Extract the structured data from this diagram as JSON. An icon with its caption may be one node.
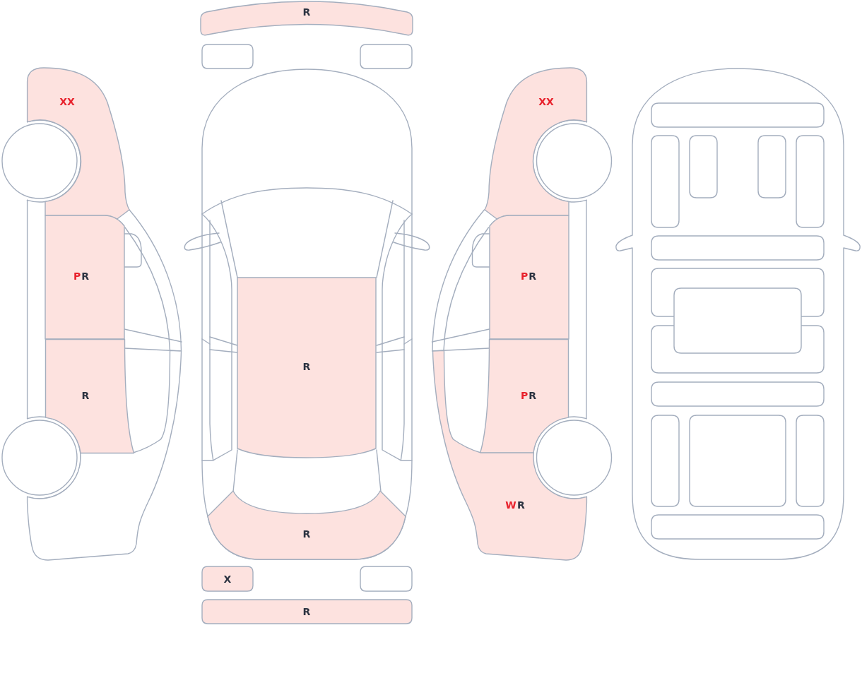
{
  "diagram": {
    "nodes": [
      {
        "text": [
          "XX"
        ]
      },
      {
        "text": [
          "P",
          "R"
        ]
      },
      {
        "text": [
          "R"
        ]
      },
      {
        "text": [
          "R"
        ]
      },
      {
        "text": [],
        "shape": "box"
      },
      {
        "text": [],
        "shape": "box"
      },
      {
        "text": [
          "R"
        ]
      },
      {
        "text": [
          "R"
        ]
      },
      {
        "text": [
          "X"
        ]
      },
      {
        "text": [],
        "shape": "box"
      },
      {
        "text": [
          "R"
        ]
      },
      {
        "text": [
          "XX"
        ]
      },
      {
        "text": [
          "P",
          "R"
        ]
      },
      {
        "text": [
          "P",
          "R"
        ]
      },
      {
        "text": [
          "W",
          "R"
        ]
      },
      {
        "text": [],
        "shape": "box"
      },
      {
        "text": [],
        "shape": "box"
      },
      {
        "text": [],
        "shape": "box"
      },
      {
        "text": [],
        "shape": "box"
      },
      {
        "text": [],
        "shape": "box"
      },
      {
        "text": [],
        "shape": "box"
      },
      {
        "text": [],
        "shape": "box"
      },
      {
        "text": [],
        "shape": "box"
      },
      {
        "text": [],
        "shape": "box"
      },
      {
        "text": [],
        "shape": "box"
      },
      {
        "text": [],
        "shape": "box"
      },
      {
        "text": [],
        "shape": "box"
      },
      {
        "text": [],
        "shape": "box"
      },
      {
        "text": [],
        "shape": "box"
      }
    ]
  }
}
